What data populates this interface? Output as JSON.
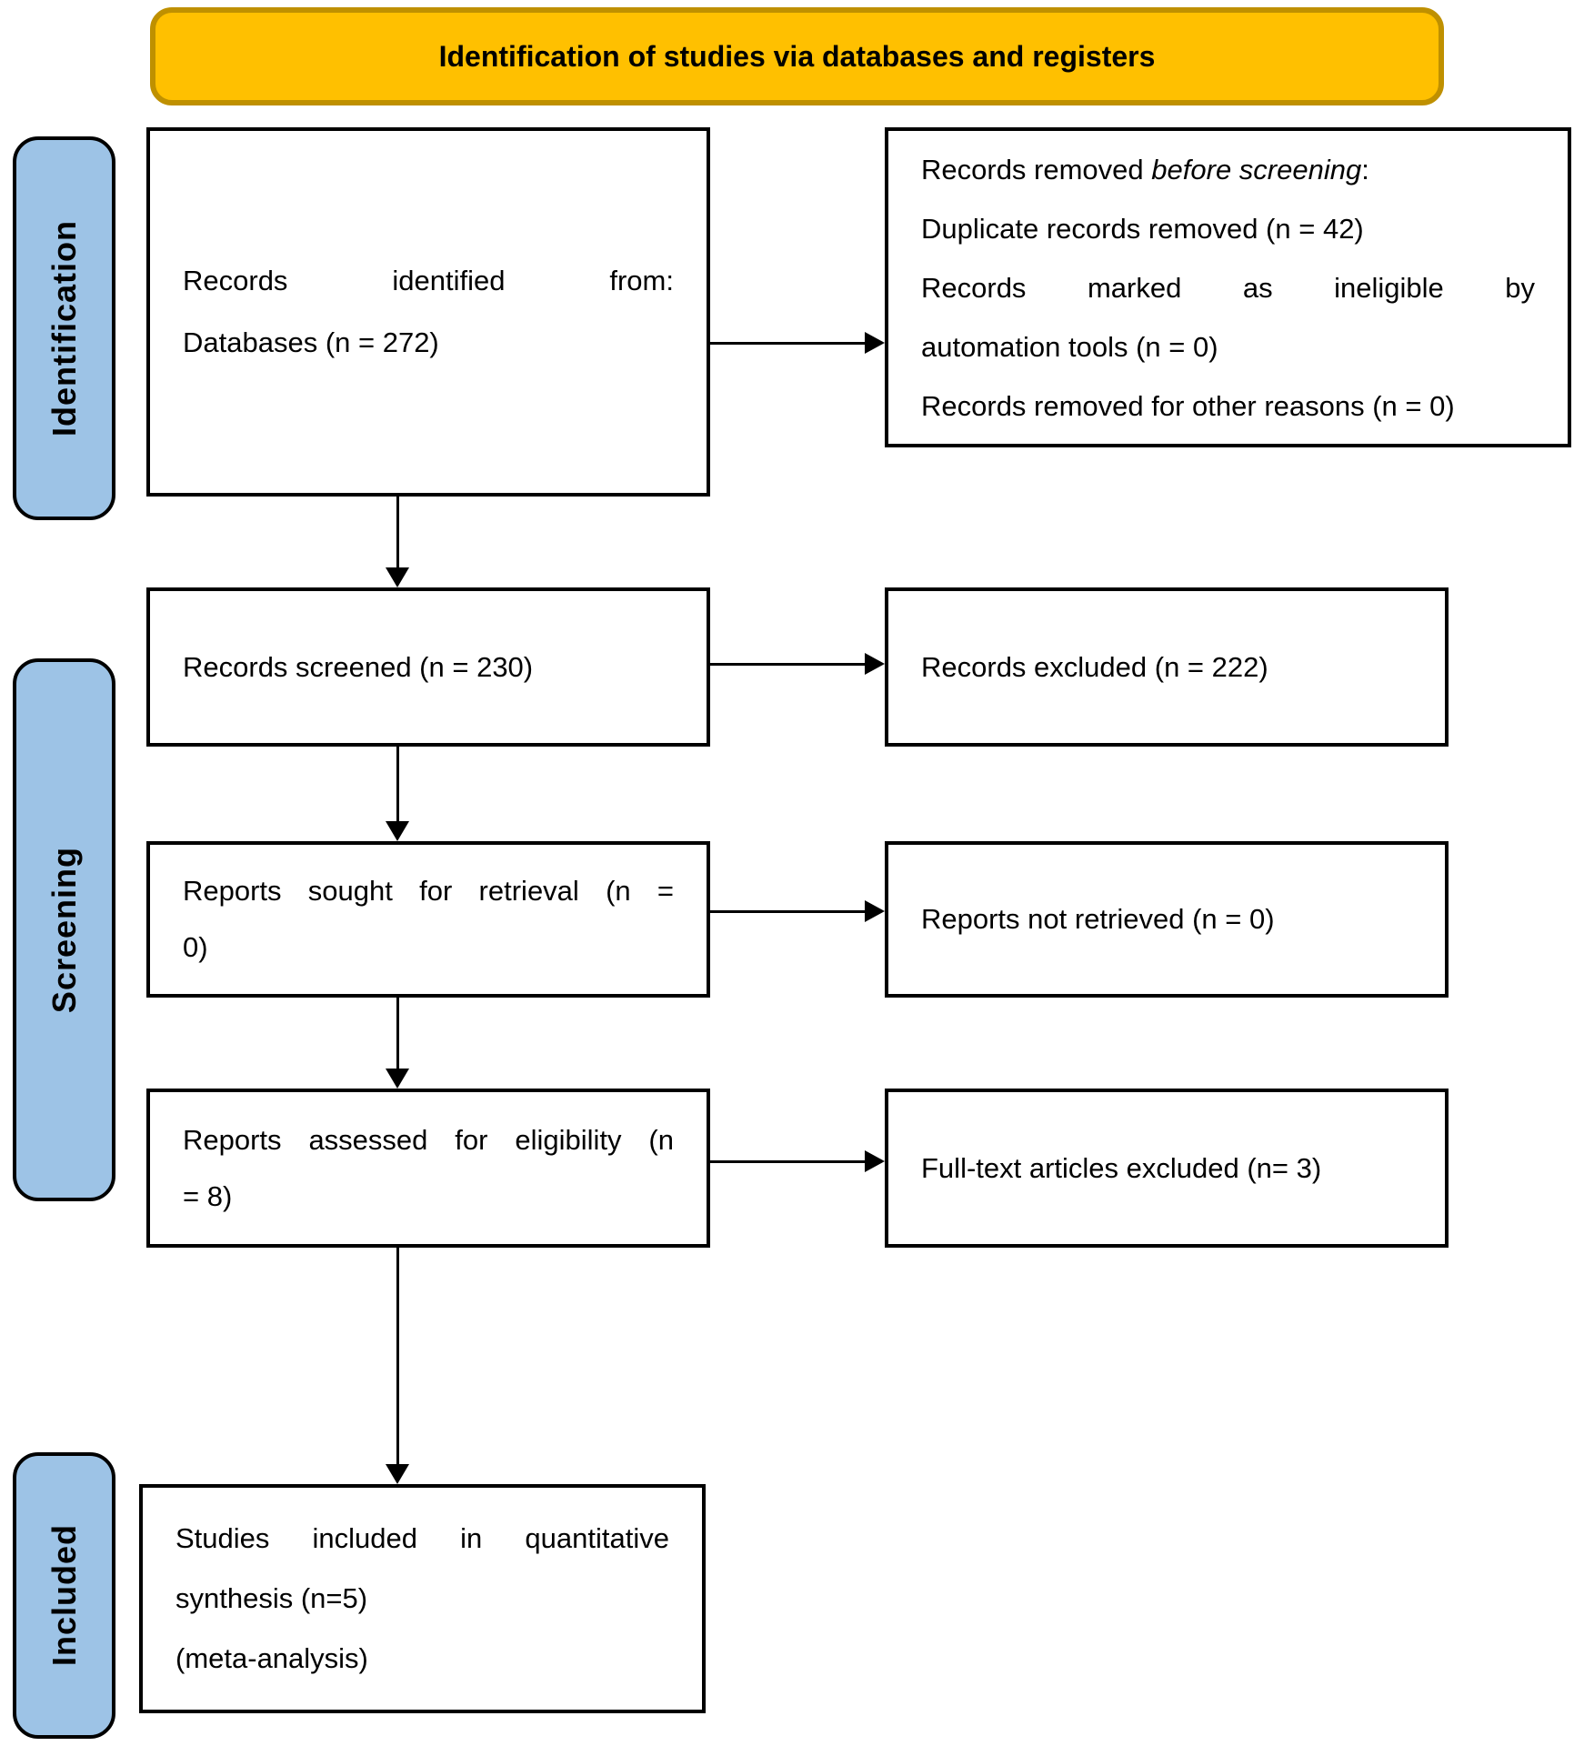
{
  "banner": {
    "title": "Identification of studies via databases and registers"
  },
  "sidebar": {
    "identification": "Identification",
    "screening": "Screening",
    "included": "Included"
  },
  "boxes": {
    "records_identified": {
      "line1": "Records identified from:",
      "line2": "Databases (n = 272)"
    },
    "records_removed": {
      "line1_pre": "Records removed ",
      "line1_italic": "before screening",
      "line1_post": ":",
      "line2": "Duplicate records removed (n = 42)",
      "line3": "Records marked as ineligible by",
      "line4": "automation tools (n = 0)",
      "line5": "Records removed for other reasons (n = 0)"
    },
    "records_screened": {
      "line1": "Records screened (n = 230)"
    },
    "records_excluded": {
      "line1": "Records excluded (n = 222)"
    },
    "reports_sought": {
      "line1": "Reports sought for retrieval (n =",
      "line2": "0)"
    },
    "reports_not_retrieved": {
      "line1": "Reports not retrieved (n = 0)"
    },
    "reports_assessed": {
      "line1": "Reports assessed for eligibility (n",
      "line2": "= 8)"
    },
    "fulltext_excluded": {
      "line1": "Full-text articles excluded (n= 3)"
    },
    "studies_included": {
      "line1": "Studies included in quantitative",
      "line2": "synthesis (n=5)",
      "line3": "(meta-analysis)"
    }
  },
  "colors": {
    "stage_label_fill": "#9DC3E6",
    "banner_fill": "#FFC000",
    "banner_border": "#BF9000",
    "box_border": "#000000",
    "text": "#000000"
  }
}
